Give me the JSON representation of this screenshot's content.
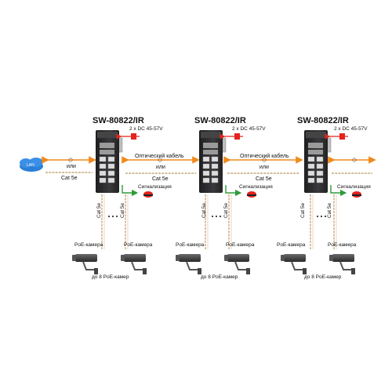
{
  "switches": [
    {
      "model": "SW-80822/IR",
      "power": "2 x DC 45-57V",
      "alarm": "Сигнализация",
      "cameras_label": "до 8 PoE-камер",
      "camera_left": "PoE-камера",
      "camera_right": "PoE-камера",
      "cat5e_a": "Cat 5e",
      "cat5e_b": "Cat 5e"
    },
    {
      "model": "SW-80822/IR",
      "power": "2 x DC 45-57V",
      "alarm": "Сигнализация",
      "cameras_label": "до 8 PoE-камер",
      "camera_left": "PoE-камера",
      "camera_right": "PoE-камера",
      "cat5e_a": "Cat 5e",
      "cat5e_b": "Cat 5e"
    },
    {
      "model": "SW-80822/IR",
      "power": "2 x DC 45-57V",
      "alarm": "Сигнализация",
      "cameras_label": "до 8 PoE-камер",
      "camera_left": "PoE-камера",
      "camera_right": "PoE-камера",
      "cat5e_a": "Cat 5e",
      "cat5e_b": "Cat 5e"
    }
  ],
  "links": {
    "lan": "LAN",
    "lan_or": "или",
    "lan_cat": "Cat 5e",
    "link1_fiber": "Оптический кабель",
    "link1_or": "или",
    "link1_cat": "Cat 5e",
    "link2_fiber": "Оптический кабель",
    "link2_or": "или",
    "link2_cat": "Cat 5e"
  },
  "colors": {
    "fiber": "#f08a1c",
    "power": "#e4231e",
    "alarm_arrow": "#2e9b3a",
    "cloud": "#2b7fd6",
    "switch_body": "#2c2c2e"
  },
  "icons": [
    "cloud-icon",
    "switch-icon",
    "power-plug-icon",
    "alarm-lamp-icon",
    "camera-icon"
  ]
}
